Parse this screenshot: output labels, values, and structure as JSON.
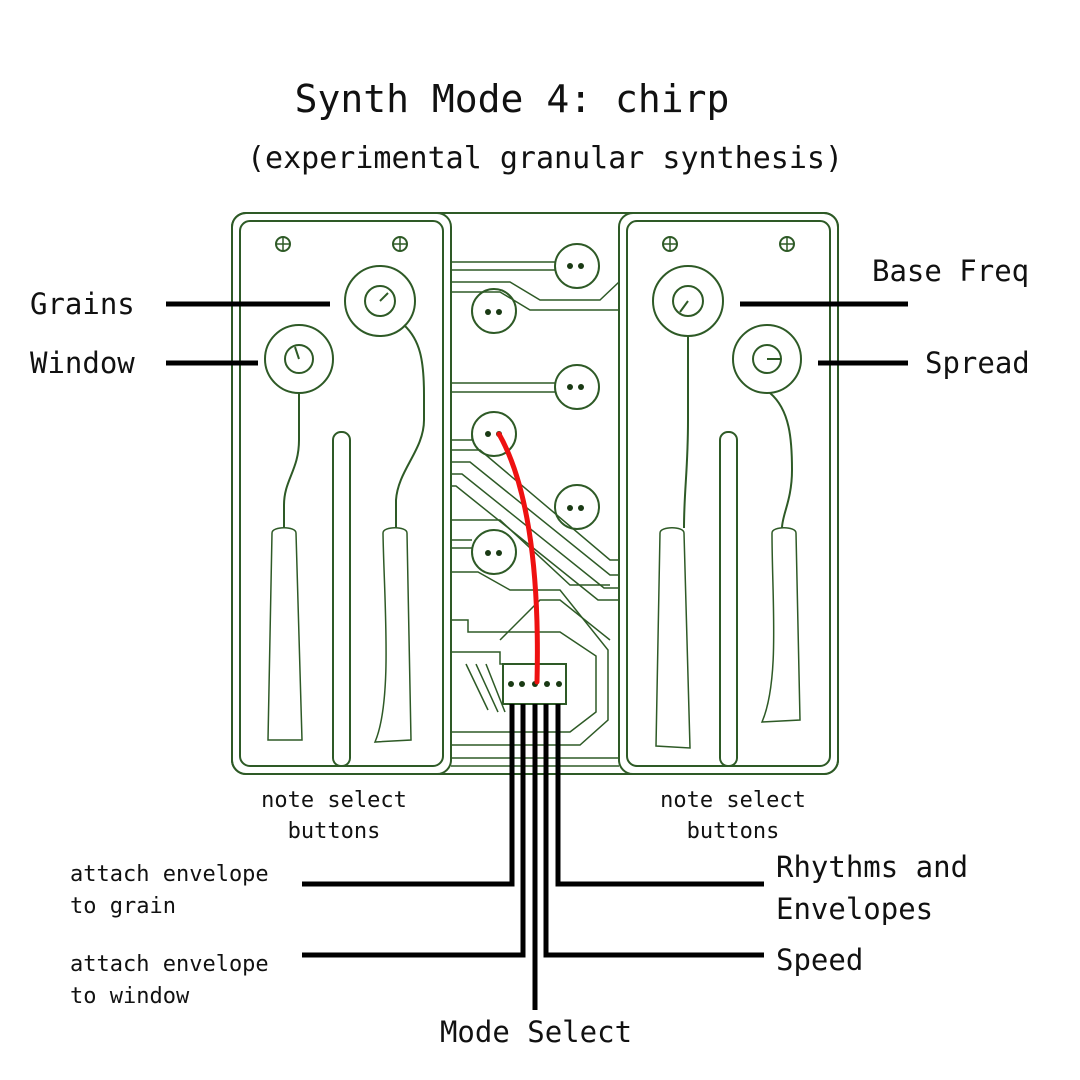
{
  "title": "Synth Mode 4:  chirp",
  "subtitle": "(experimental granular synthesis)",
  "labels": {
    "grains": "Grains",
    "window": "Window",
    "base_freq": "Base Freq",
    "spread": "Spread",
    "note_select_left": [
      "note select",
      "buttons"
    ],
    "note_select_right": [
      "note select",
      "buttons"
    ],
    "attach_grain": [
      "attach envelope",
      "to grain"
    ],
    "attach_window": [
      "attach envelope",
      "to window"
    ],
    "rhythms": [
      "Rhythms and",
      "Envelopes"
    ],
    "speed": "Speed",
    "mode_select": "Mode Select"
  },
  "colors": {
    "pcb": "#2e5a26",
    "leader": "#000000",
    "patch_cable": "#ee1111"
  }
}
